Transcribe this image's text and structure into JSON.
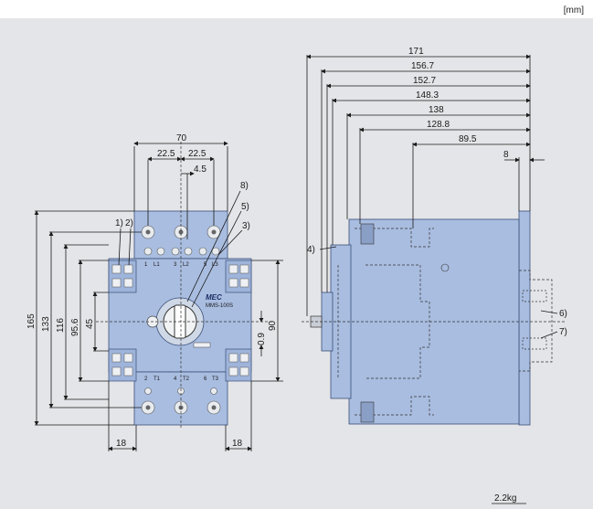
{
  "unit": "[mm]",
  "weight": "2.2kg",
  "front_view": {
    "dims": {
      "width": "70",
      "pitch_left": "22.5",
      "pitch_right": "22.5",
      "offset": "4.5",
      "h165": "165",
      "h133": "133",
      "h116": "116",
      "h95_6": "95.6",
      "h45": "45",
      "h90": "90",
      "d0_9": "0.9",
      "w18_left": "18",
      "w18_right": "18"
    },
    "callouts": [
      "1)",
      "2)",
      "3)",
      "5)",
      "8)"
    ],
    "terminals_top": [
      "1",
      "L1",
      "3",
      "L2",
      "5",
      "L3"
    ],
    "terminals_bottom": [
      "2",
      "T1",
      "4",
      "T2",
      "6",
      "T3"
    ],
    "brand": "MEC",
    "model": "MMS-100S"
  },
  "side_view": {
    "dims": [
      "171",
      "156.7",
      "152.7",
      "148.3",
      "138",
      "128.8",
      "89.5",
      "8"
    ],
    "callouts": [
      "4)",
      "6)",
      "7)"
    ]
  },
  "colors": {
    "body": "#a9bde0",
    "background": "#e4e5e8",
    "outline": "#3a4f78"
  }
}
